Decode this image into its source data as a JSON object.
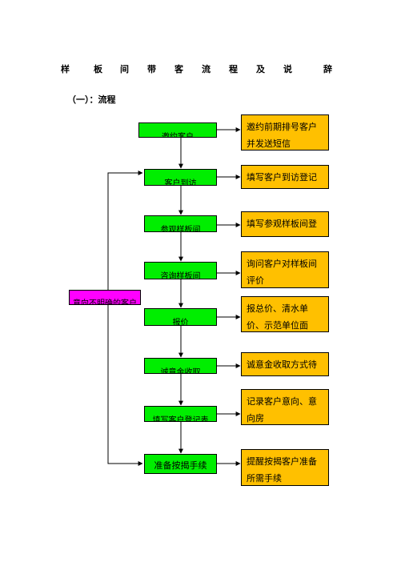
{
  "title": [
    "样",
    "板",
    "间",
    "带",
    "客",
    "流",
    "程",
    "及",
    "说",
    "辞"
  ],
  "subtitle": "（一）：流程",
  "steps": [
    {
      "label": "邀约客户",
      "note": "邀约前期排号客户并发送短信"
    },
    {
      "label": "客户到访",
      "note": "填写客户到访登记表"
    },
    {
      "label": "参观样板间",
      "note": "填写参观样板间登记"
    },
    {
      "label": "咨询样板间",
      "note": "询问客户对样板间评价"
    },
    {
      "label": "报价",
      "note": "报总价、清水单价、示范单位面积、相关"
    },
    {
      "label": "诚意金收取",
      "note": "诚意金收取方式待"
    },
    {
      "label": "填写客户登记表",
      "note": "记录客户意向、意向房"
    },
    {
      "label": "准备按揭手续",
      "note": "提醒按揭客户准备所需手续"
    }
  ],
  "side_box": {
    "label": "意向不明确的客户"
  }
}
